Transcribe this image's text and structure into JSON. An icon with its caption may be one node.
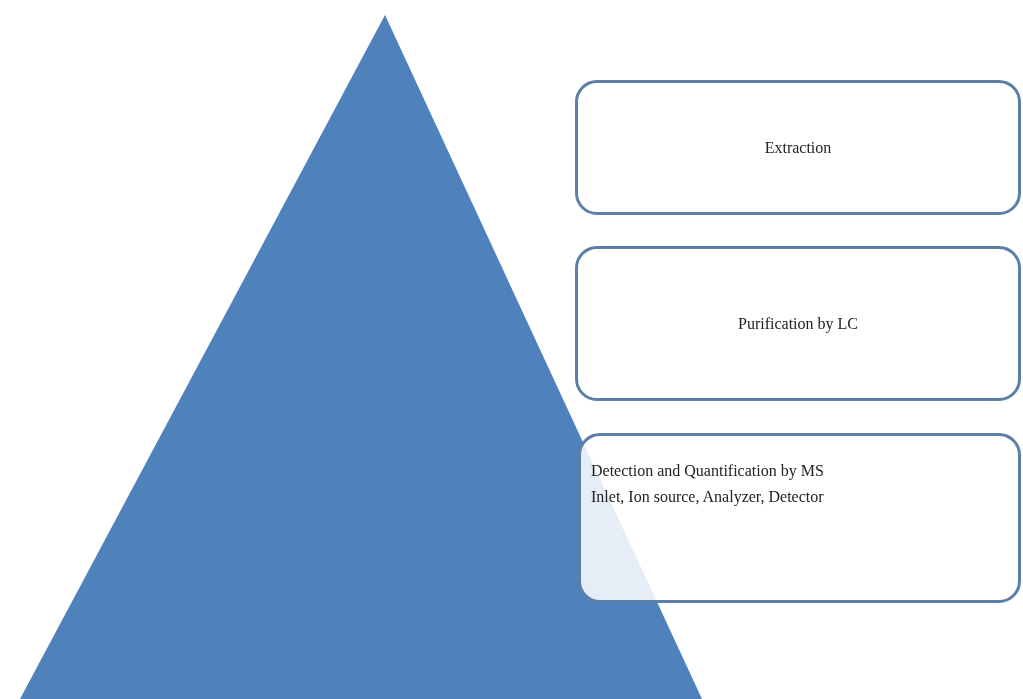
{
  "diagram": {
    "nodes": [
      {
        "text": [
          "Extraction"
        ]
      },
      {
        "text": [
          "Purification by LC"
        ]
      },
      {
        "text": [
          "Detection and Quantification by MS",
          "Inlet, Ion source,  Analyzer, Detector"
        ]
      }
    ]
  }
}
